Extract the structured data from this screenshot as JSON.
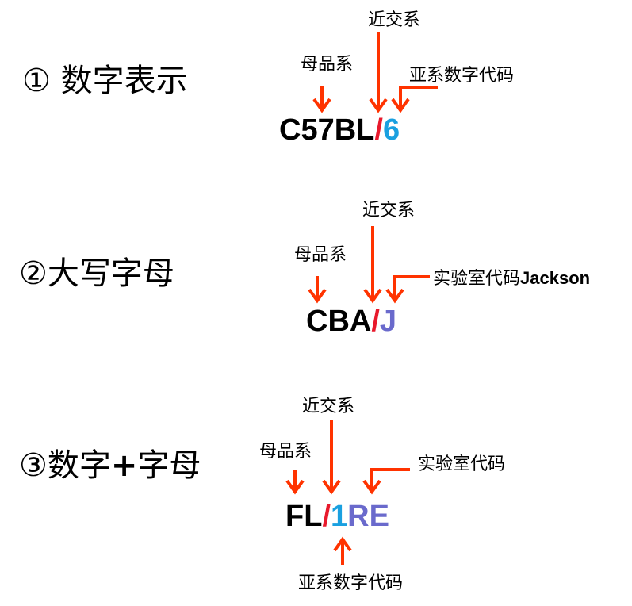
{
  "colors": {
    "text": "#000000",
    "arrow": "#FF3300",
    "slash": "#E8192C",
    "digit_code": "#1AA0E0",
    "letter_code": "#6A6ACC"
  },
  "sections": [
    {
      "heading": "① 数字表示",
      "code": {
        "strain": "C57BL",
        "slash": "/",
        "digits": "6"
      },
      "labels": {
        "inbred": "近交系",
        "maternal": "母品系",
        "substrain": "亚系数字代码"
      }
    },
    {
      "heading": "②大写字母",
      "code": {
        "strain": "CBA",
        "slash": "/",
        "letters": "J"
      },
      "labels": {
        "inbred": "近交系",
        "maternal": "母品系",
        "lab_cn": "实验室代码",
        "lab_en": "Jackson"
      }
    },
    {
      "heading_a": "③数字",
      "heading_plus": "+",
      "heading_b": "字母",
      "code": {
        "strain": "FL",
        "slash": "/",
        "digits": "1",
        "letters": "RE"
      },
      "labels": {
        "inbred": "近交系",
        "maternal": "母品系",
        "lab": "实验室代码",
        "substrain": "亚系数字代码"
      }
    }
  ]
}
